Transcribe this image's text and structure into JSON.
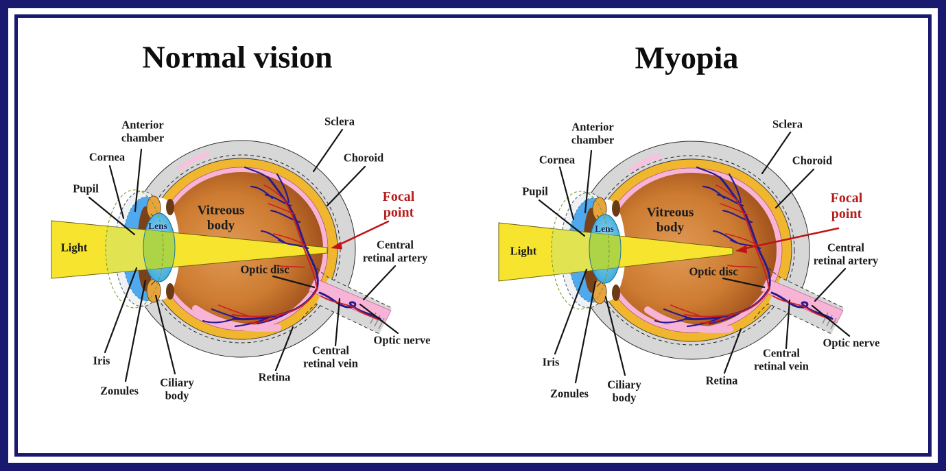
{
  "header": {
    "left_title": "Normal vision",
    "right_title": "Myopia"
  },
  "panels": [
    {
      "title": "Normal vision",
      "labels": {
        "anterior_chamber": "Anterior\nchamber",
        "cornea": "Cornea",
        "pupil": "Pupil",
        "light": "Light",
        "lens": "Lens",
        "iris": "Iris",
        "zonules": "Zonules",
        "ciliary_body": "Ciliary\nbody",
        "retina": "Retina",
        "central_retinal_vein": "Central\nretinal vein",
        "optic_disc": "Optic disc",
        "vitreous_body": "Vitreous\nbody",
        "sclera": "Sclera",
        "choroid": "Choroid",
        "focal_point": "Focal\npoint",
        "central_retinal_artery": "Central\nretinal artery",
        "optic_nerve": "Optic nerve"
      }
    },
    {
      "title": "Myopia",
      "labels": {
        "anterior_chamber": "Anterior\nchamber",
        "cornea": "Cornea",
        "pupil": "Pupil",
        "light": "Light",
        "lens": "Lens",
        "iris": "Iris",
        "zonules": "Zonules",
        "ciliary_body": "Ciliary\nbody",
        "retina": "Retina",
        "central_retinal_vein": "Central\nretinal vein",
        "optic_disc": "Optic disc",
        "vitreous_body": "Vitreous\nbody",
        "sclera": "Sclera",
        "choroid": "Choroid",
        "focal_point": "Focal\npoint",
        "central_retinal_artery": "Central\nretinal artery",
        "optic_nerve": "Optic nerve"
      }
    }
  ],
  "colors": {
    "frame": "#191970",
    "label_ink": "#1a1a1a",
    "focal_red": "#b61d1d",
    "sclera_gray": "#d7d7d7",
    "choroid_amber": "#f0b62e",
    "retina_pink": "#f8b4d6",
    "vitreous_center": "#e09a55",
    "vitreous_edge": "#7e3c12",
    "lens_cyan": "#4fc0e8",
    "light_beam_yellow": "#f6e42e",
    "vein_navy": "#2a1a8e",
    "artery_red": "#cc2020"
  }
}
